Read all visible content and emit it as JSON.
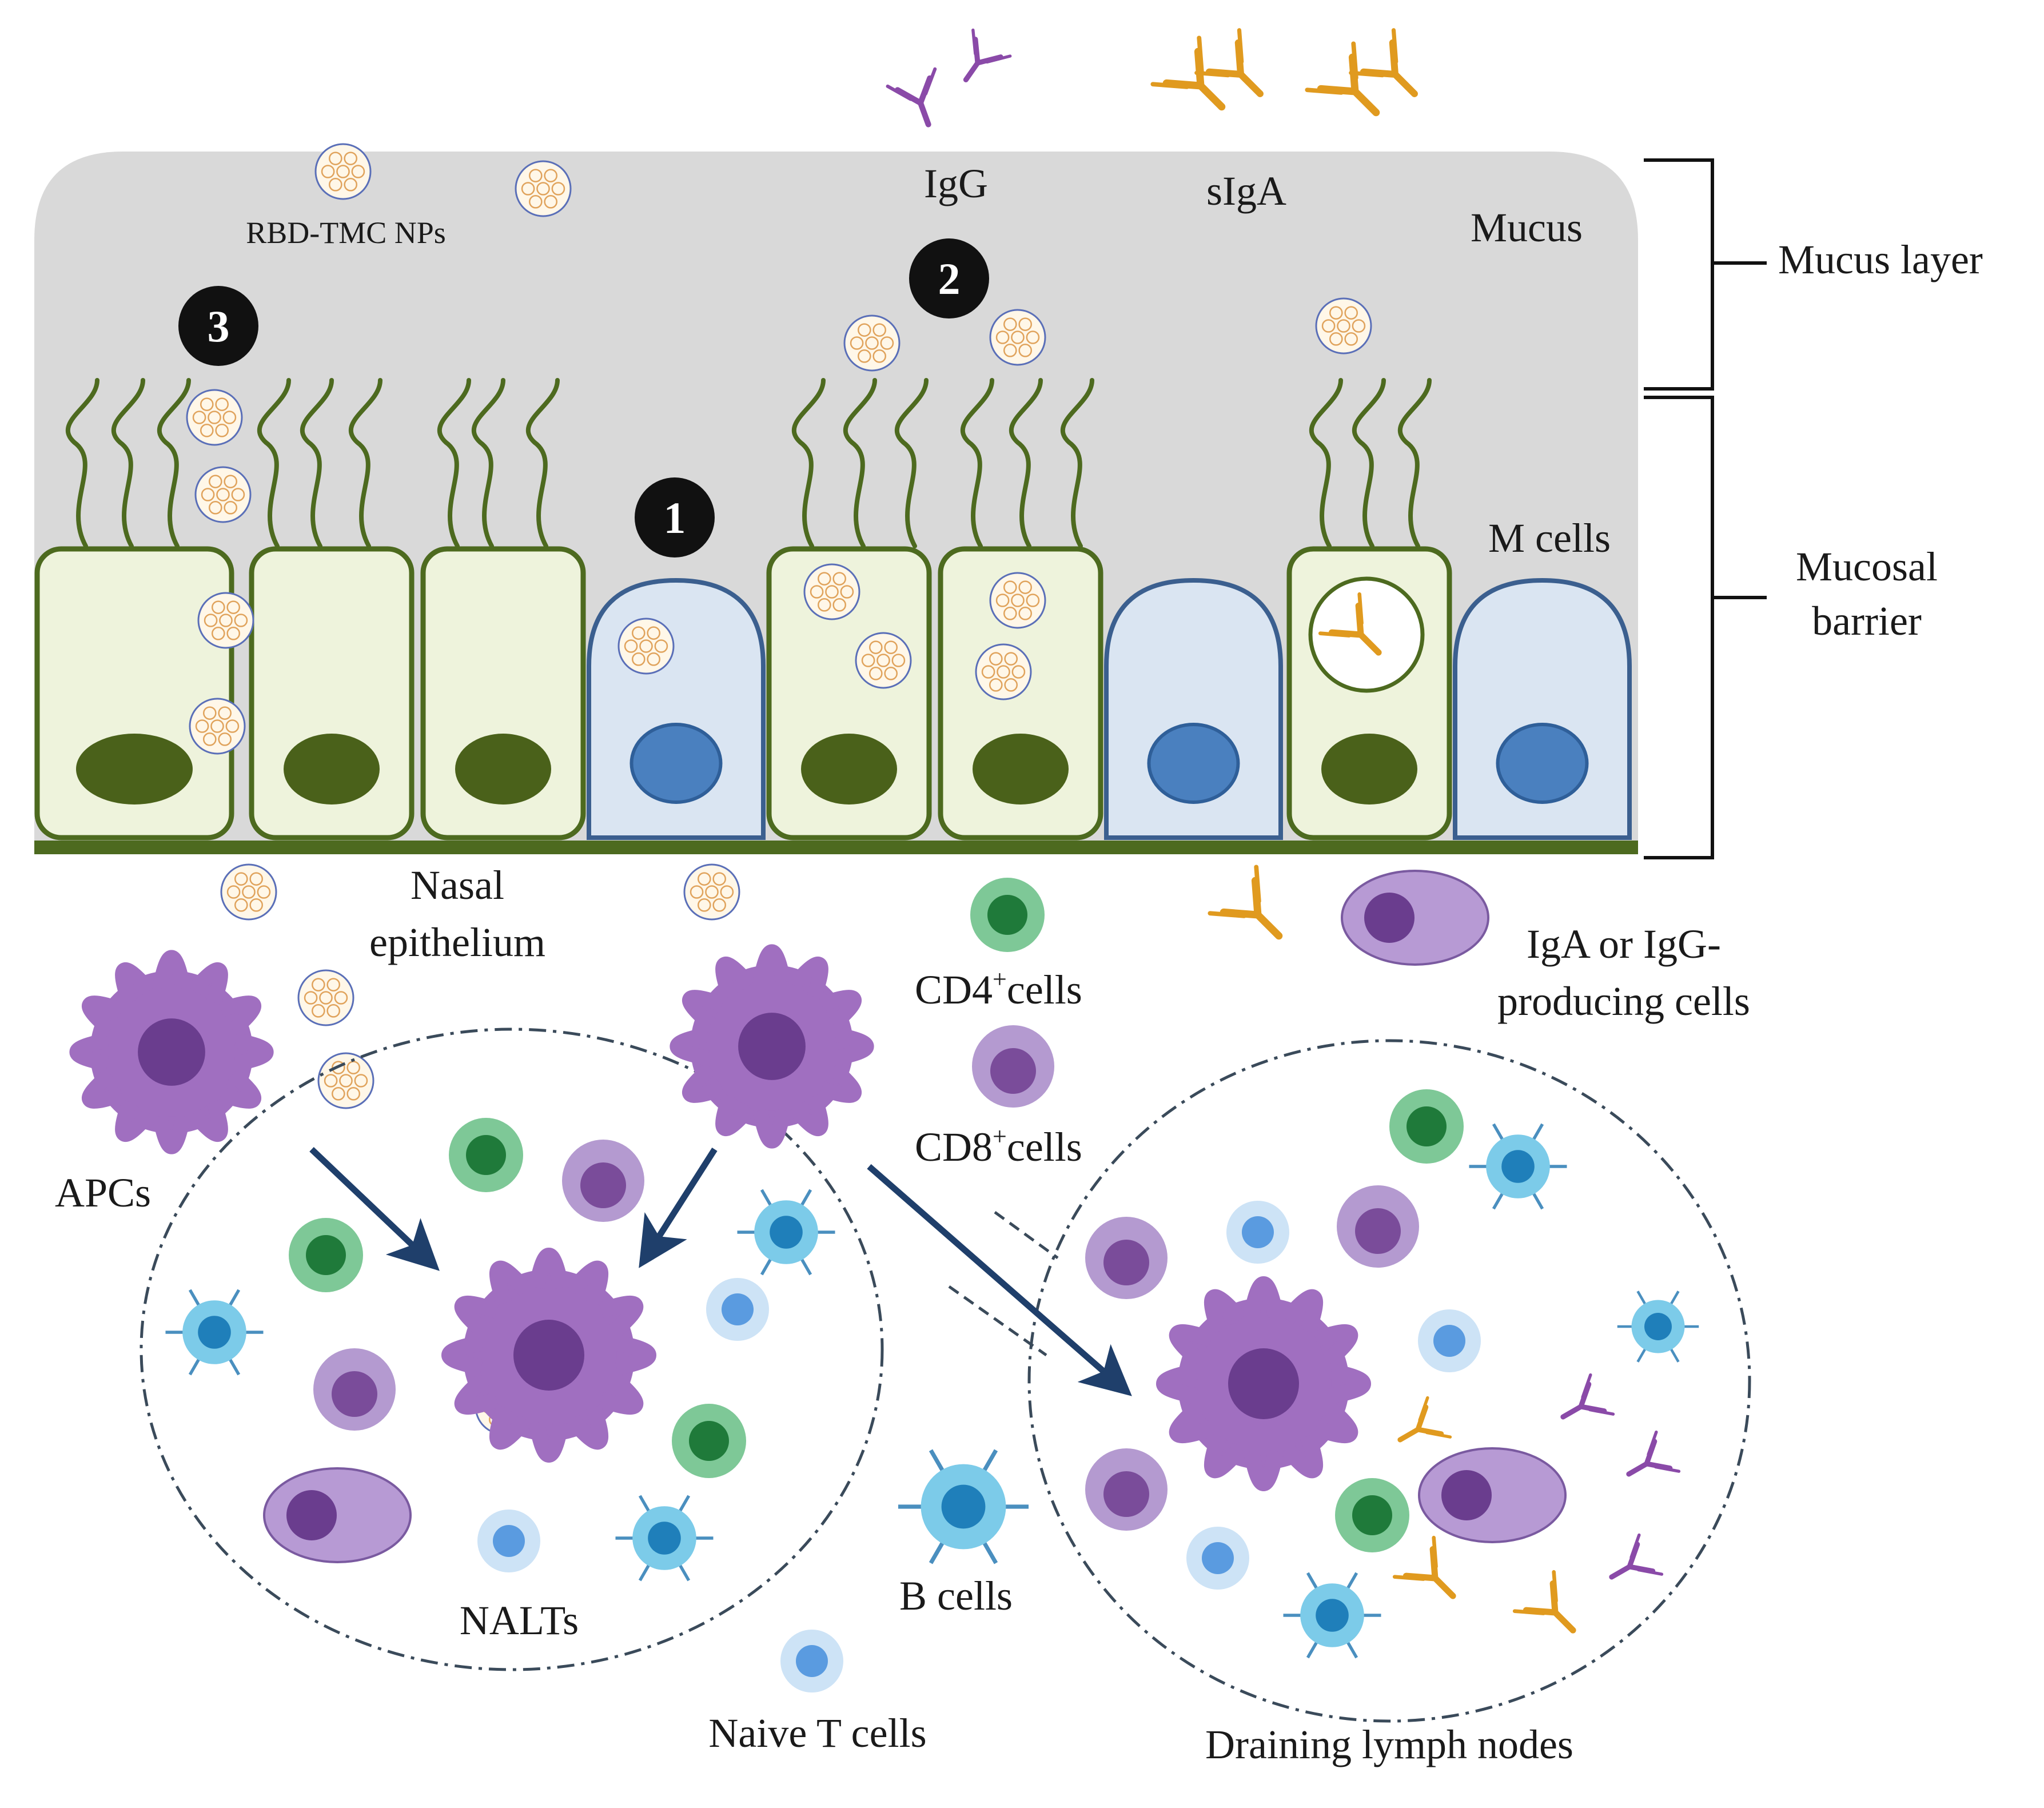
{
  "labels": {
    "rbd_tmc_nps": "RBD-TMC NPs",
    "igg": "IgG",
    "sigA": "sIgA",
    "mucus": "Mucus",
    "mucus_layer": "Mucus layer",
    "mucosal_barrier_1": "Mucosal",
    "mucosal_barrier_2": "barrier",
    "m_cells": "M cells",
    "nasal_1": "Nasal",
    "nasal_2": "epithelium",
    "apcs": "APCs",
    "cd4": "CD4",
    "cd4_sup": "+",
    "cd4_rest": "cells",
    "cd8": "CD8",
    "cd8_sup": "+",
    "cd8_rest": "cells",
    "iga_igg_1": "IgA or IgG-",
    "iga_igg_2": "producing  cells",
    "nalts": "NALTs",
    "b_cells": "B cells",
    "naive_t": "Naive T cells",
    "draining": "Draining lymph nodes"
  },
  "steps": [
    "1",
    "2",
    "3"
  ],
  "colors": {
    "mucus": "#d9d9d9",
    "epithelial_fill": "#eef3dc",
    "epithelial_stroke": "#4d6a1f",
    "nucleus_green": "#4a611a",
    "m_cell_fill": "#dae5f2",
    "m_cell_stroke": "#3b5f8f",
    "m_nucleus": "#4a80bf",
    "apc": "#a06fc0",
    "apc_dark": "#6a3d8e",
    "cd4": "#3a9a5a",
    "cd8": "#7a4c9a",
    "bcell": "#2f9dd0",
    "naive": "#8fbde8",
    "arrow": "#1f3f6b",
    "iga": "#e09a1f",
    "igg": "#8a4aa8"
  }
}
